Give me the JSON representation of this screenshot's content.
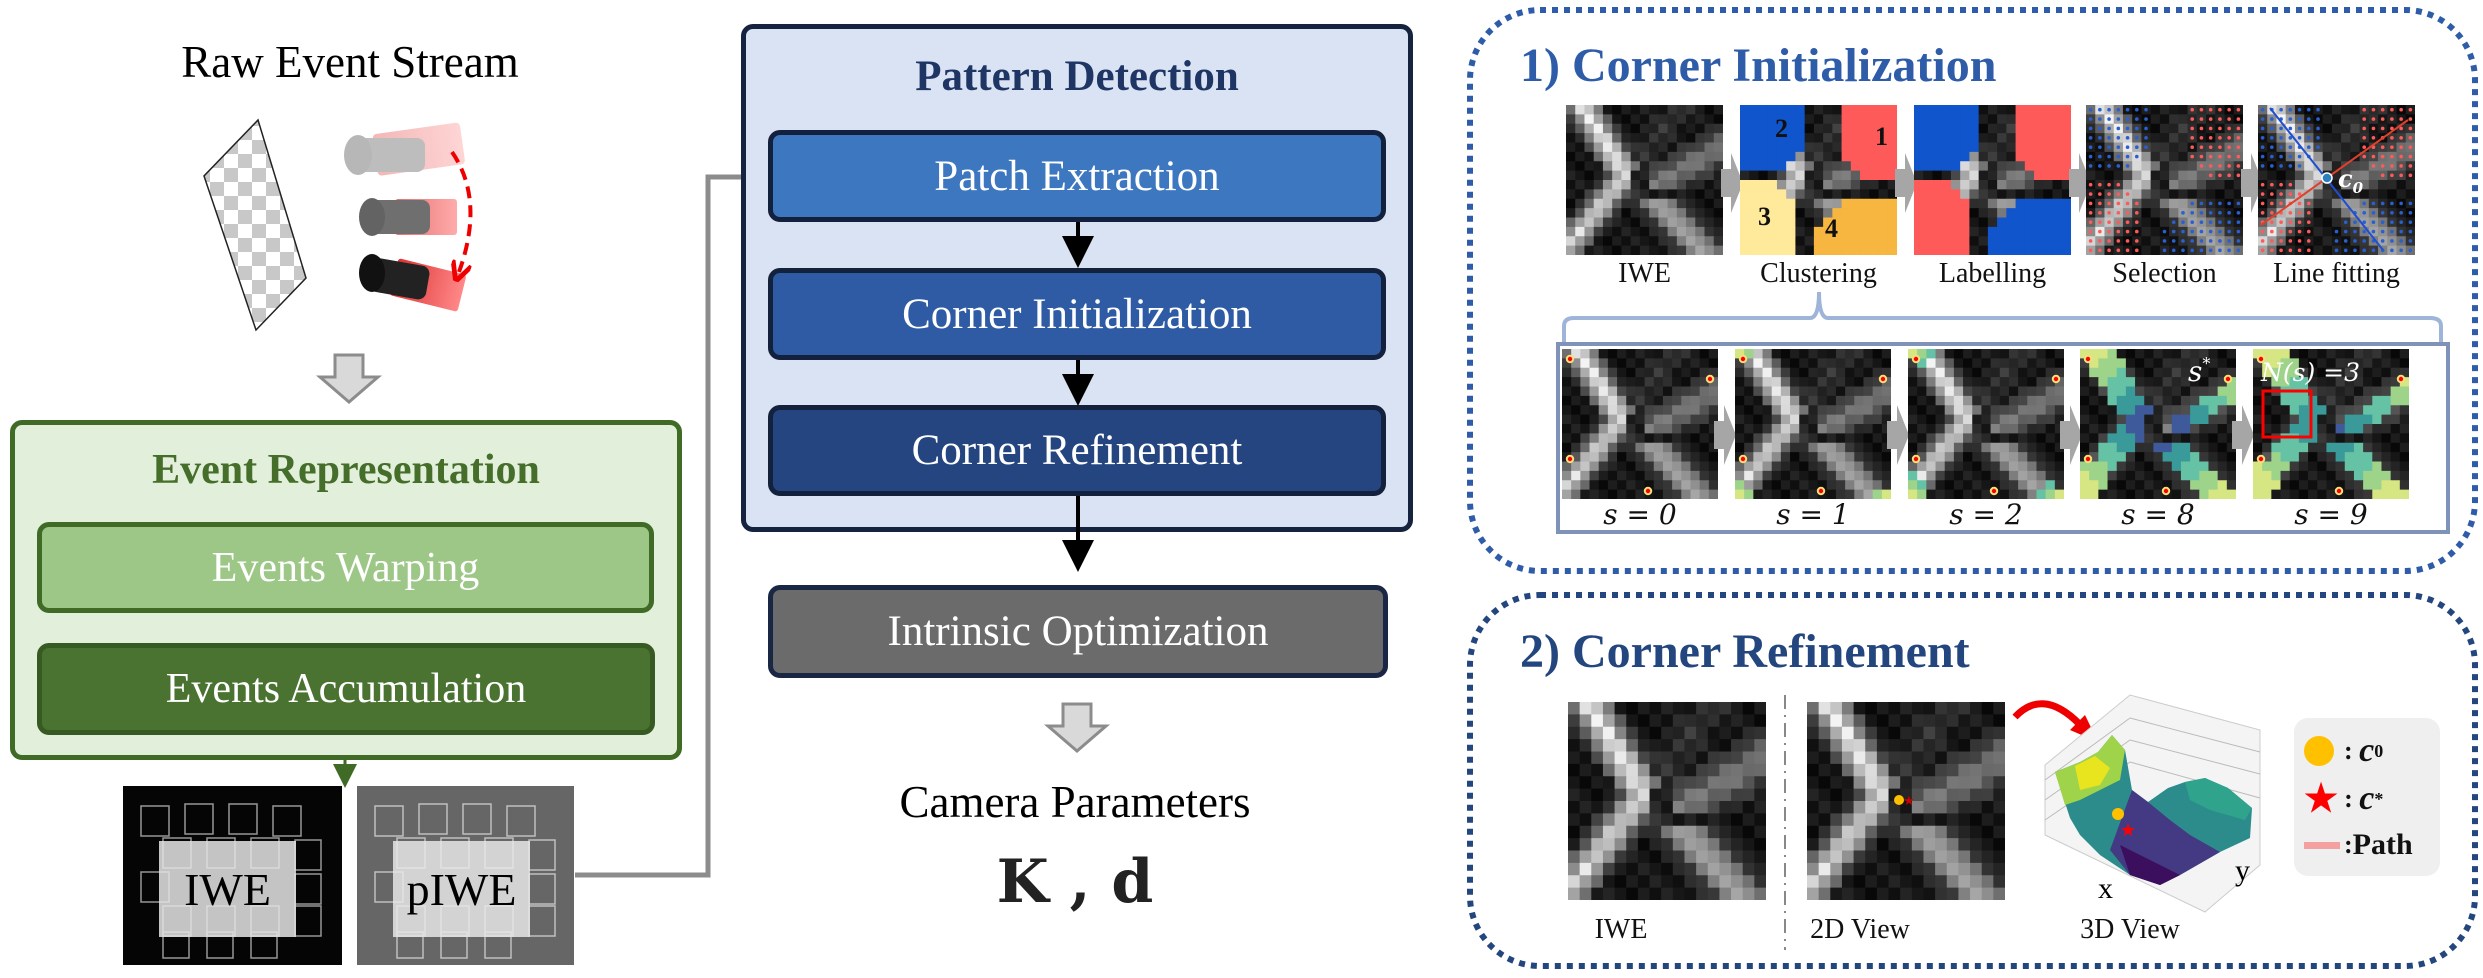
{
  "raw_stream": {
    "title": "Raw Event Stream",
    "icons": [
      "checkerboard-pattern",
      "event-camera",
      "motion-arrow"
    ]
  },
  "event_representation": {
    "title": "Event Representation",
    "steps": [
      "Events Warping",
      "Events Accumulation"
    ],
    "outputs": [
      "IWE",
      "pIWE"
    ]
  },
  "pattern_detection": {
    "title": "Pattern Detection",
    "stages": [
      "Patch Extraction",
      "Corner Initialization",
      "Corner Refinement"
    ]
  },
  "optimization": {
    "label": "Intrinsic Optimization"
  },
  "result": {
    "title": "Camera Parameters",
    "symbol": "K , d"
  },
  "corner_initialization": {
    "title": "1) Corner Initialization",
    "steps": [
      "IWE",
      "Clustering",
      "Labelling",
      "Selection",
      "Line fitting"
    ],
    "cluster_ids": [
      "1",
      "2",
      "3",
      "4"
    ],
    "corner_label": "c",
    "corner_sub": "0",
    "iterations": [
      "s = 0",
      "s = 1",
      "s = 2",
      "s = 8",
      "s = 9"
    ],
    "s_star": "s",
    "s_star_sup": "*",
    "neighbor_label": "N(s) =3"
  },
  "corner_refinement": {
    "title": "2) Corner Refinement",
    "views": [
      "IWE",
      "2D View",
      "3D View"
    ],
    "axes": {
      "x": "x",
      "y": "y"
    },
    "legend": [
      {
        "marker": "circle",
        "color": "#ffc000",
        "label": "c",
        "sub": "0",
        "sup": ""
      },
      {
        "marker": "star",
        "color": "#ff0000",
        "label": "c",
        "sub": "",
        "sup": "*"
      },
      {
        "marker": "line",
        "color": "#f4a0a0",
        "label": "Path",
        "sub": "",
        "sup": ""
      }
    ]
  },
  "colors": {
    "green_dark": "#466e2b",
    "green_light": "#e2efda",
    "blue_panel": "#dae3f3",
    "blue_title": "#1f3664",
    "panel1_dots": "#2e5ca8",
    "panel2_dots": "#23467f",
    "cluster_red": "#ff5a5a",
    "cluster_blue": "#1155cc",
    "cluster_yellow": "#ffe99a",
    "cluster_orange": "#f6b63f"
  }
}
